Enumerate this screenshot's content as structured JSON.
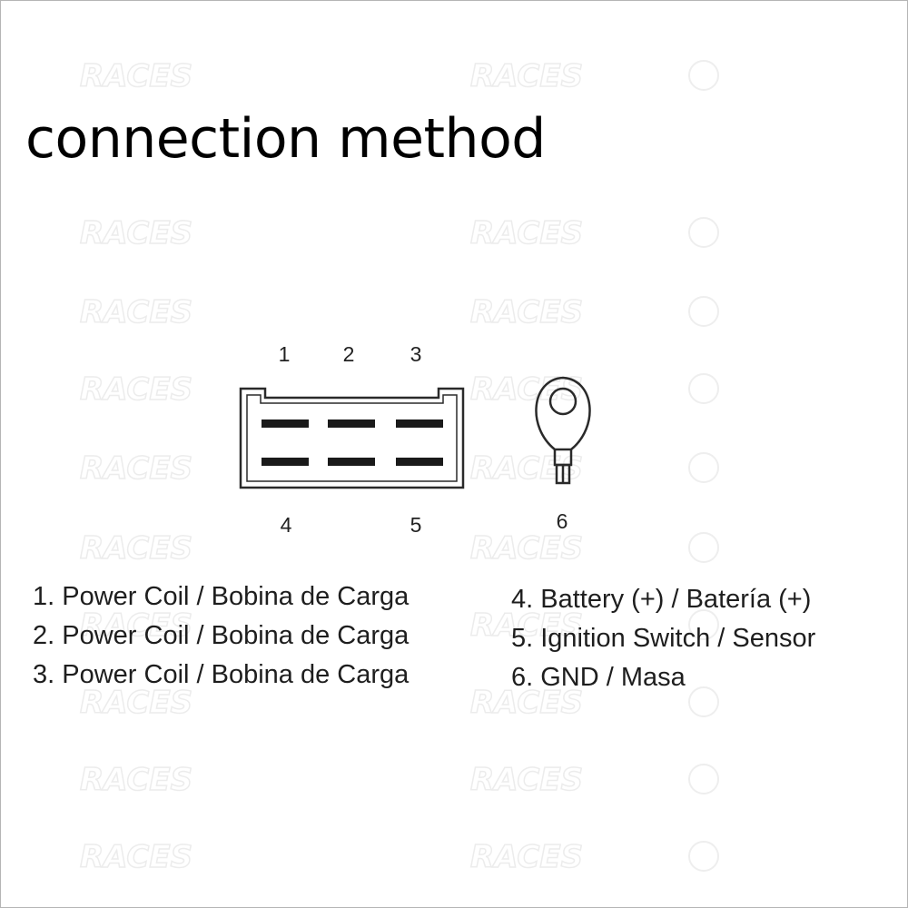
{
  "page": {
    "title": "connection method",
    "watermark_text": "RACES"
  },
  "diagram": {
    "connector_pins_top": [
      "1",
      "2",
      "3"
    ],
    "connector_pins_bottom": [
      "4",
      "5"
    ],
    "ring_terminal_pin": "6"
  },
  "legend": {
    "left": [
      "1. Power Coil / Bobina de Carga",
      "2. Power Coil / Bobina de Carga",
      "3. Power Coil / Bobina de Carga"
    ],
    "right": [
      "4. Battery (+) / Batería (+)",
      "5. Ignition Switch / Sensor",
      "6. GND / Masa"
    ]
  },
  "colors": {
    "line": "#2a2a2a",
    "pin": "#1a1a1a",
    "watermark": "#ececec"
  }
}
